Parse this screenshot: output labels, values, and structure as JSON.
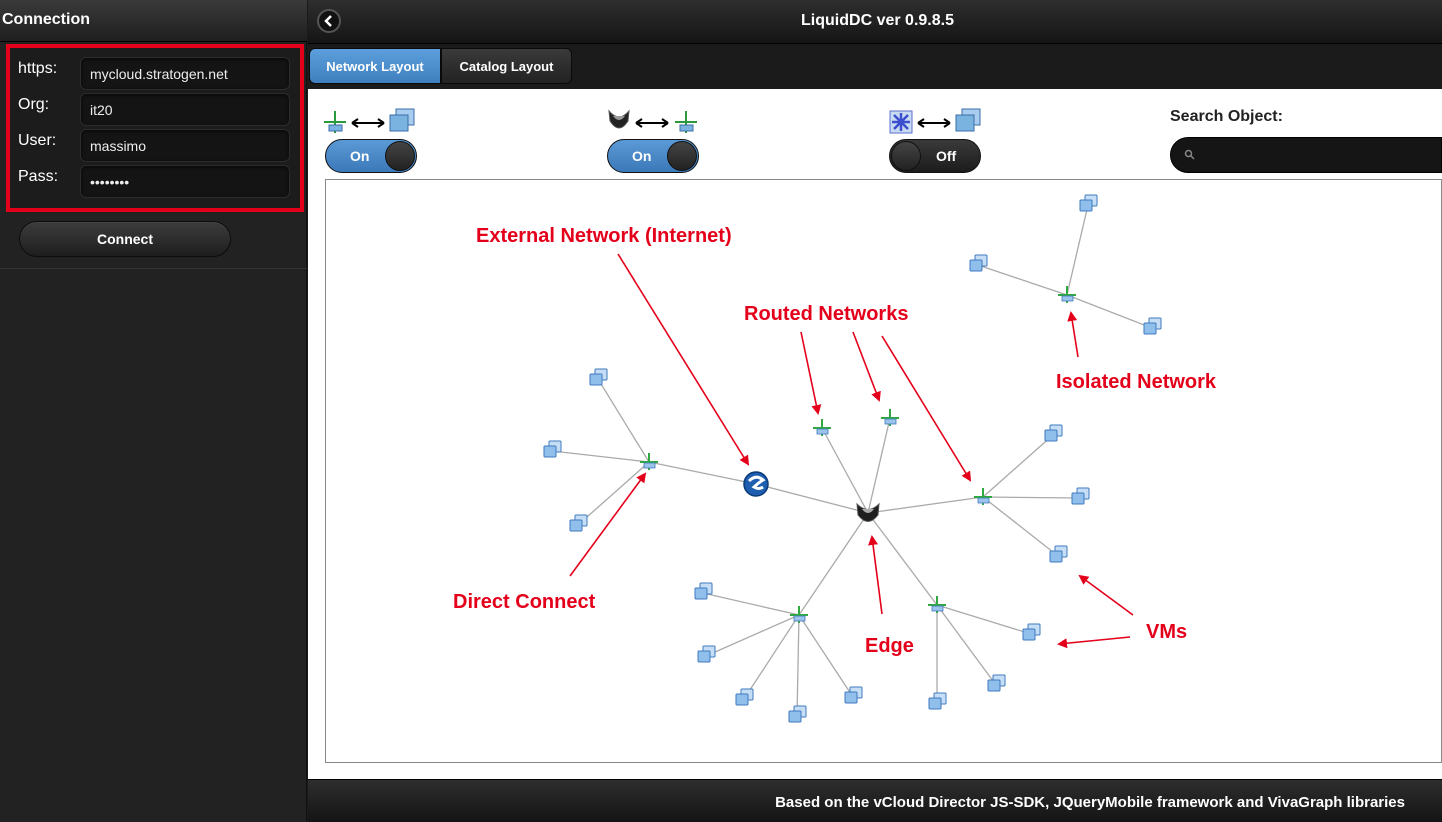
{
  "left_panel": {
    "title": "Connection",
    "fields": [
      {
        "label": "https:",
        "value": "mycloud.stratogen.net"
      },
      {
        "label": "Org:",
        "value": "it20"
      },
      {
        "label": "User:",
        "value": "massimo"
      },
      {
        "label": "Pass:",
        "value": "••••••••"
      }
    ],
    "connect_label": "Connect"
  },
  "header": {
    "back_icon": "chevron-left-icon",
    "title": "LiquidDC ver 0.9.8.5"
  },
  "tabs": [
    {
      "label": "Network Layout",
      "active": true
    },
    {
      "label": "Catalog Layout",
      "active": false
    }
  ],
  "toggles": [
    {
      "icons": [
        "network-icon",
        "double-arrow-icon",
        "vm-icon"
      ],
      "state": "On"
    },
    {
      "icons": [
        "edge-icon",
        "double-arrow-icon",
        "network-icon"
      ],
      "state": "On"
    },
    {
      "icons": [
        "vapp-icon",
        "double-arrow-icon",
        "vm-icon"
      ],
      "state": "Off"
    }
  ],
  "search": {
    "label": "Search Object:",
    "value": "",
    "icon": "search-icon"
  },
  "annotations": {
    "external": "External Network (Internet)",
    "routed": "Routed Networks",
    "isolated": "Isolated Network",
    "direct": "Direct Connect",
    "edge": "Edge",
    "vms": "VMs"
  },
  "footer": {
    "text": "Based on the vCloud Director JS-SDK, JQueryMobile framework and VivaGraph libraries"
  },
  "colors": {
    "accent_blue": "#4a8bcb",
    "annotation_red": "#e4001b",
    "panel_dark": "#222222"
  }
}
